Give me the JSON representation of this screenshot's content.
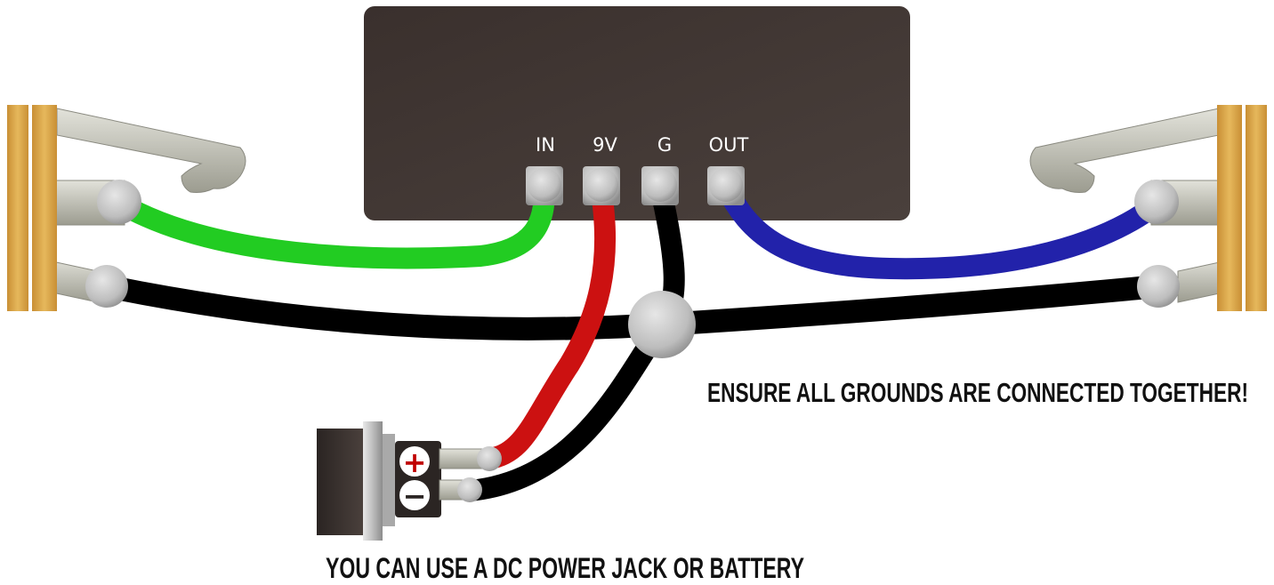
{
  "module": {
    "pins": [
      {
        "label": "IN"
      },
      {
        "label": "9V"
      },
      {
        "label": "G"
      },
      {
        "label": "OUT"
      }
    ]
  },
  "dc_jack": {
    "positive_symbol": "+",
    "negative_symbol": "−"
  },
  "notes": {
    "ground_note": "ENSURE ALL GROUNDS ARE CONNECTED TOGETHER!",
    "power_note": "YOU CAN USE A DC POWER JACK OR BATTERY"
  },
  "colors": {
    "input_wire": "#22cc22",
    "power_wire": "#cc1111",
    "ground_wire": "#000000",
    "output_wire": "#2222aa",
    "module_body": "#3e3431",
    "jack_brass": "#d8a44a",
    "lug_silver": "#c0c0c0"
  }
}
